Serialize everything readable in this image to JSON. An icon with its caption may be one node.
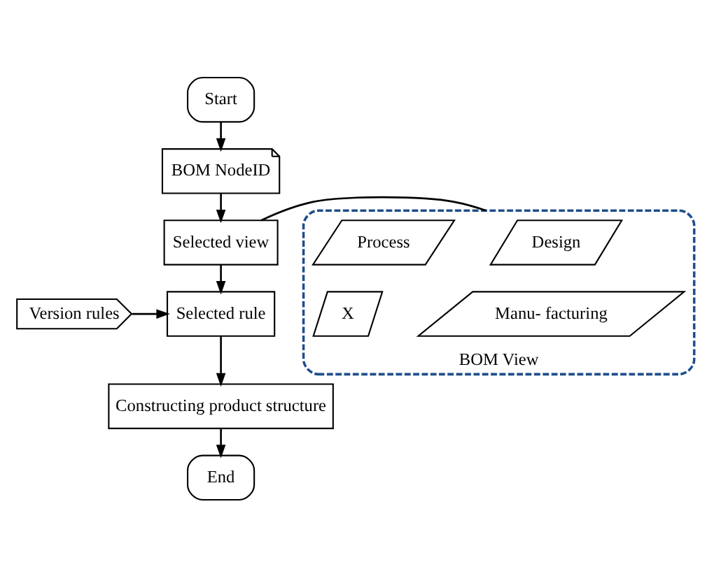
{
  "diagram": {
    "nodes": [
      {
        "text": [
          "Start"
        ]
      },
      {
        "text": [
          "BOM NodeID"
        ]
      },
      {
        "text": [
          "Selected view"
        ]
      },
      {
        "text": [
          "Version rules"
        ]
      },
      {
        "text": [
          "Selected rule"
        ]
      },
      {
        "text": [
          "Constructing product structure"
        ]
      },
      {
        "text": [
          "End"
        ]
      },
      {
        "text": [
          "BOM View"
        ]
      },
      {
        "text": [
          "Design"
        ],
        "in": 7
      },
      {
        "text": [
          "Process"
        ],
        "in": 7
      },
      {
        "text": [
          "Manu- facturing"
        ],
        "in": 7
      },
      {
        "text": [
          "X"
        ],
        "in": 7
      }
    ],
    "edges": [
      {
        "from": 0,
        "to": 1,
        "arrow": "to"
      },
      {
        "from": 1,
        "to": 2,
        "arrow": "to"
      },
      {
        "from": 2,
        "to": 4,
        "arrow": "to"
      },
      {
        "from": 3,
        "to": 4,
        "arrow": "to"
      },
      {
        "from": 4,
        "to": 5,
        "arrow": "to"
      },
      {
        "from": 5,
        "to": 6,
        "arrow": "to"
      },
      {
        "from": 2,
        "to": 7,
        "arrow": "none"
      }
    ]
  }
}
